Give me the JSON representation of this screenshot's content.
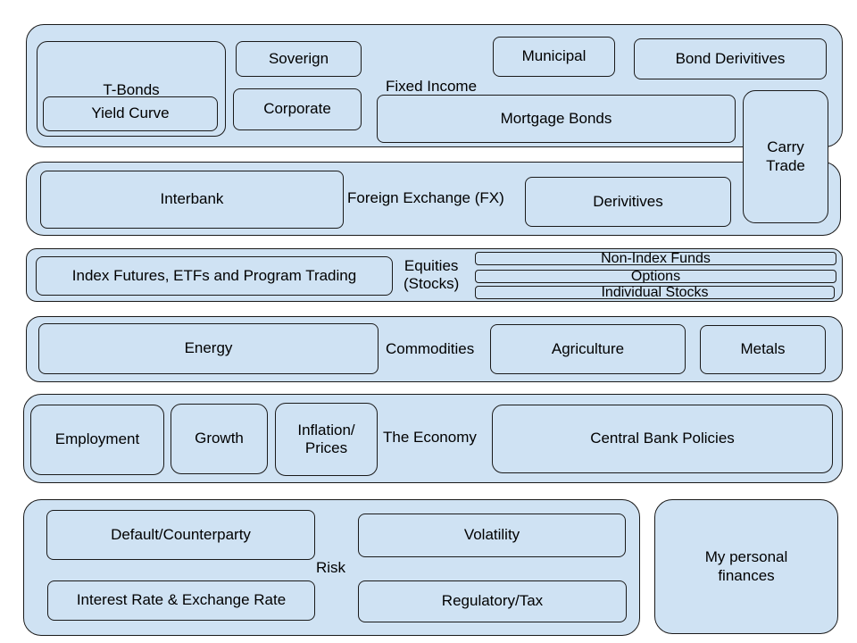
{
  "fixed_income": {
    "label": "Fixed Income",
    "t_bonds": "T-Bonds",
    "yield_curve": "Yield Curve",
    "soverign": "Soverign",
    "corporate": "Corporate",
    "municipal": "Municipal",
    "bond_derivitives": "Bond Derivitives",
    "mortgage_bonds": "Mortgage Bonds"
  },
  "carry_trade": {
    "line1": "Carry",
    "line2": "Trade"
  },
  "fx": {
    "label": "Foreign Exchange (FX)",
    "interbank": "Interbank",
    "derivitives": "Derivitives"
  },
  "equities": {
    "label_line1": "Equities",
    "label_line2": "(Stocks)",
    "index_futures": "Index Futures, ETFs and Program Trading",
    "non_index_funds": "Non-Index Funds",
    "options": "Options",
    "individual_stocks": "Individual Stocks"
  },
  "commodities": {
    "label": "Commodities",
    "energy": "Energy",
    "agriculture": "Agriculture",
    "metals": "Metals"
  },
  "economy": {
    "label": "The Economy",
    "employment": "Employment",
    "growth": "Growth",
    "inflation_line1": "Inflation/",
    "inflation_line2": "Prices",
    "central_bank": "Central Bank Policies"
  },
  "risk": {
    "label": "Risk",
    "default_counterparty": "Default/Counterparty",
    "volatility": "Volatility",
    "interest_exchange": "Interest Rate & Exchange Rate",
    "regulatory_tax": "Regulatory/Tax"
  },
  "personal": {
    "line1": "My personal",
    "line2": "finances"
  }
}
